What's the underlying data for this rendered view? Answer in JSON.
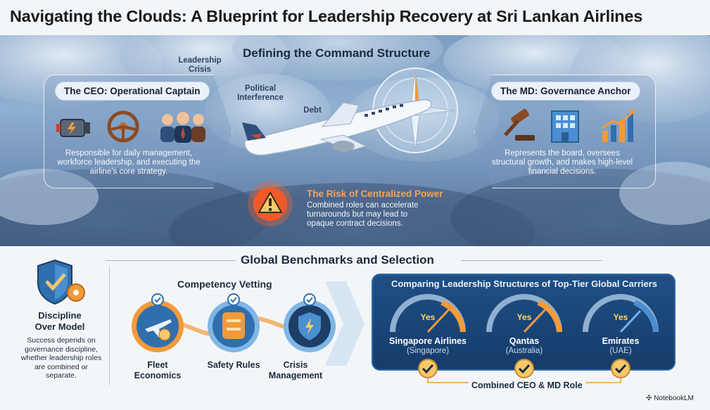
{
  "title": "Navigating the Clouds: A Blueprint for Leadership Recovery at Sri Lankan Airlines",
  "command_section": {
    "heading": "Defining the Command Structure",
    "ceo": {
      "label": "The CEO: Operational Captain",
      "description": "Responsible for daily management, workforce leadership, and executing the airline's core strategy.",
      "icons": [
        "engine-icon",
        "steering-wheel-icon",
        "team-icon"
      ]
    },
    "md": {
      "label": "The MD: Governance Anchor",
      "description": "Represents the board, oversees structural growth, and makes high-level financial decisions.",
      "icons": [
        "gavel-icon",
        "building-icon",
        "growth-chart-icon"
      ]
    },
    "clouds": [
      "Leadership Crisis",
      "Political Interference",
      "Debt"
    ],
    "risk": {
      "title": "The Risk of Centralized Power",
      "description": "Combined roles can accelerate turnarounds but may lead to opaque contract decisions."
    }
  },
  "benchmark_section": {
    "heading": "Global Benchmarks and Selection",
    "discipline": {
      "title": "Discipline Over Model",
      "description": "Success depends on governance discipline, whether leadership roles are combined or separate."
    },
    "vetting": {
      "title": "Competency Vetting",
      "items": [
        {
          "label": "Fleet Economics",
          "icon": "plane-money-icon"
        },
        {
          "label": "Safety Rules",
          "icon": "life-vest-icon"
        },
        {
          "label": "Crisis Management",
          "icon": "shield-lightning-icon"
        }
      ]
    },
    "comparison": {
      "title": "Comparing Leadership Structures of Top-Tier Global Carriers",
      "carriers": [
        {
          "name": "Singapore Airlines",
          "country": "(Singapore)",
          "value": "Yes"
        },
        {
          "name": "Qantas",
          "country": "(Australia)",
          "value": "Yes"
        },
        {
          "name": "Emirates",
          "country": "(UAE)",
          "value": "Yes"
        }
      ],
      "footer": "Combined CEO & MD Role"
    }
  },
  "watermark": "NotebookLM",
  "colors": {
    "accent_orange": "#f39a3a",
    "panel_blue": "#1f4f86",
    "risk_orange": "#f3a35a"
  }
}
